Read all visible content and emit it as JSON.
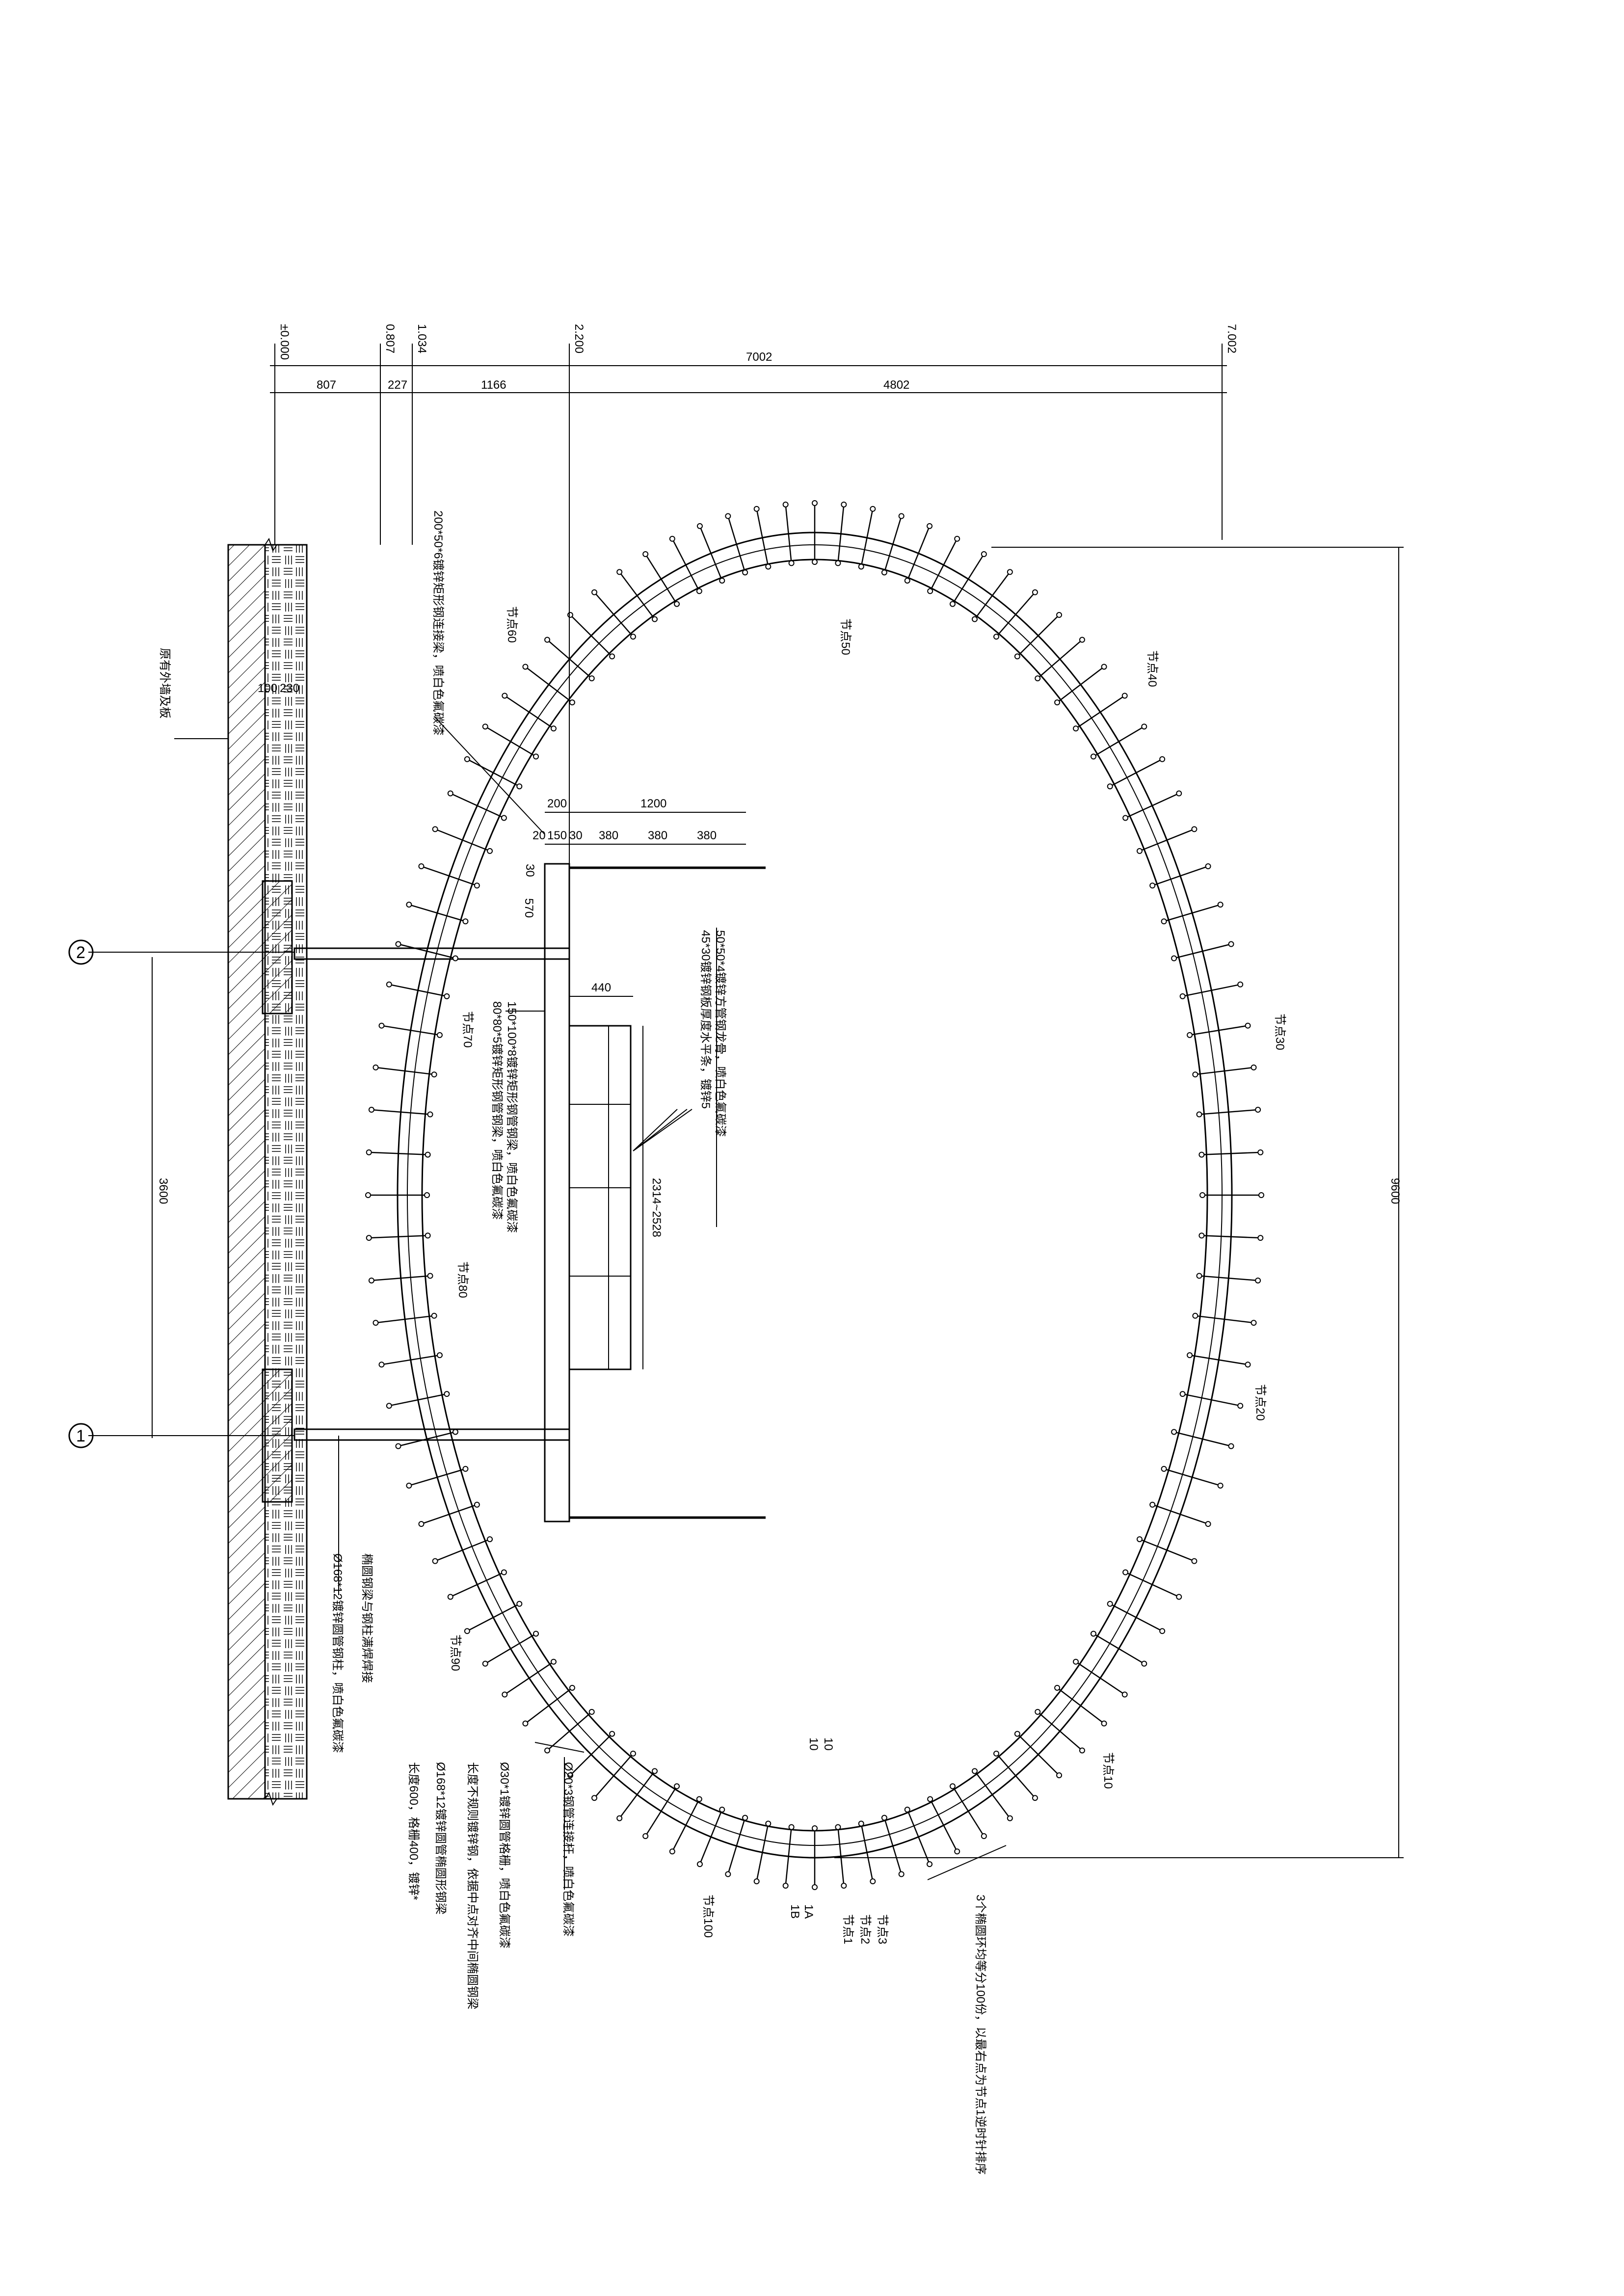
{
  "elevations": [
    "±0.000",
    "0.807",
    "1.034",
    "2.200",
    "7.002"
  ],
  "dimensions": {
    "total": "7002",
    "segments": [
      "807",
      "227",
      "1166",
      "4802"
    ],
    "height": "9600",
    "axis_spacing": "3600",
    "wall": [
      "100",
      "230"
    ],
    "top_frame": [
      "200",
      "1200"
    ],
    "top_frame_parts": [
      "20",
      "150",
      "30",
      "380",
      "380",
      "380"
    ],
    "frame_depth": "570",
    "frame_small": "30",
    "frame_width": "440",
    "frame_range": "2314~2528",
    "sub_parts": [
      "10",
      "10",
      "1A",
      "1B"
    ]
  },
  "axes": [
    "2",
    "1"
  ],
  "nodes": [
    "节点10",
    "节点20",
    "节点30",
    "节点40",
    "节点50",
    "节点60",
    "节点70",
    "节点80",
    "节点90",
    "节点100",
    "节点1",
    "节点2",
    "节点3"
  ],
  "annotations": {
    "wall": "原有外墙及板",
    "a": "200*50*6镀锌矩形钢连接梁，喷白色氟碳漆",
    "b": "45*30镀锌钢板厚度水平条，镀锌5",
    "c": "50*50*4镀锌方管钢龙骨，喷白色氟碳漆",
    "d": "80*80*5镀锌矩形钢管钢梁，喷白色氟碳漆",
    "e": "150*100*8镀锌矩形钢管钢梁，喷白色氟碳漆",
    "f": "Ø168*12镀锌圆管钢柱，喷白色氟碳漆",
    "g": "椭圆钢梁与钢柱满焊焊接",
    "h": "Ø30*1镀锌圆管格栅，喷白色氟碳漆",
    "i": "长度不规则镀锌钢，依据中点对齐中间椭圆钢梁",
    "j": "Ø168*12镀锌圆管椭圆形钢梁",
    "k": "长度600，格栅400，镀锌*",
    "l": "Ø20*3钢管连接杆，喷白色氟碳漆",
    "m": "3个椭圆环均等分100份，以最右点为节点1逆时针排序"
  }
}
